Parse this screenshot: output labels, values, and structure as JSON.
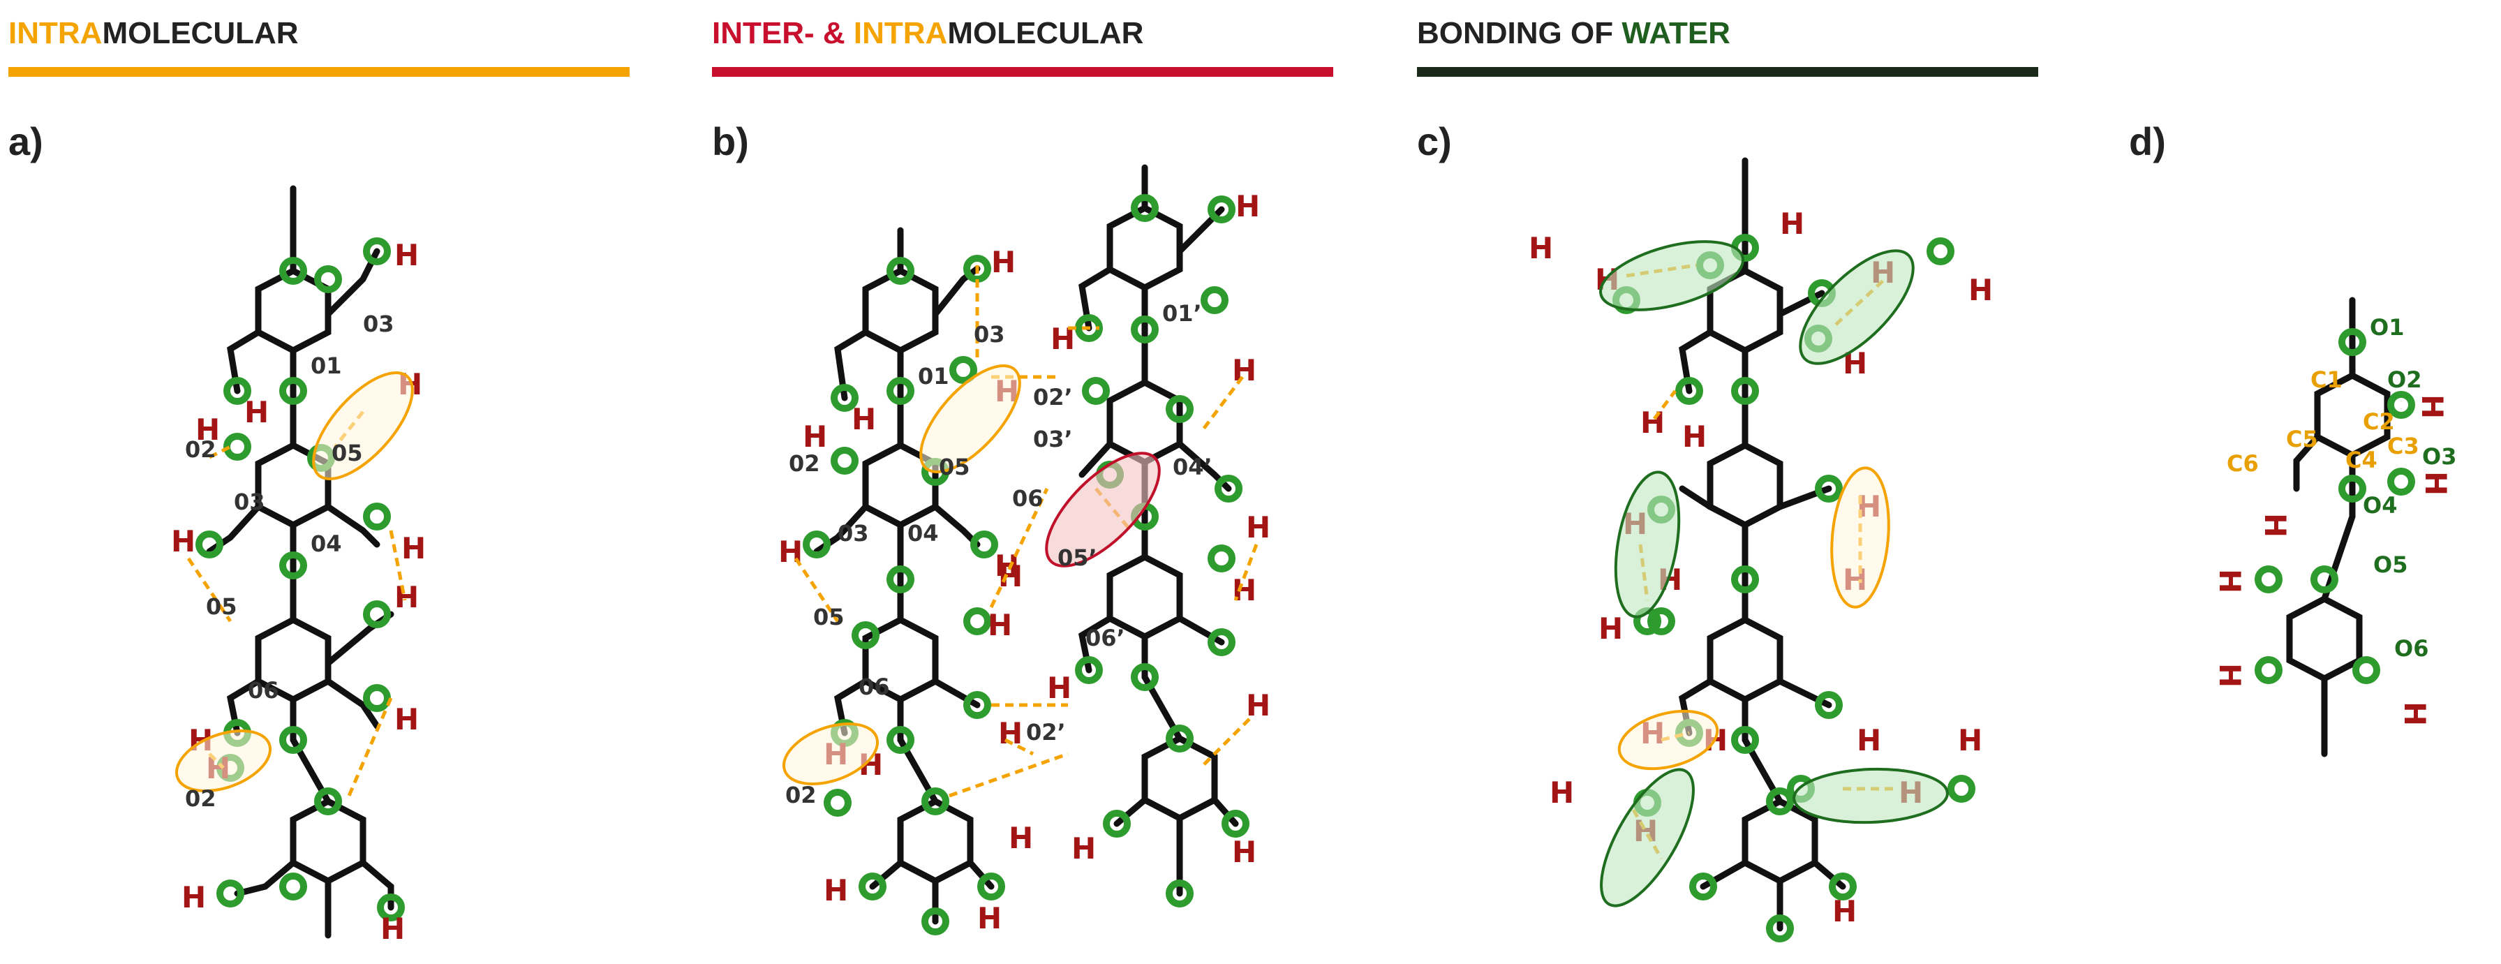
{
  "headers": {
    "a": {
      "part1": "INTRA",
      "part2": "MOLECULAR"
    },
    "b": {
      "part1": "INTER- & ",
      "part2": "INTRA",
      "part3": "MOLECULAR"
    },
    "c": {
      "part1": "BONDING OF ",
      "part2": "WATER"
    }
  },
  "panel_labels": {
    "a": "a)",
    "b": "b)",
    "c": "c)",
    "d": "d)"
  },
  "atoms": {
    "oxygen": "O",
    "hydrogen": "H"
  },
  "panel_a_labels": {
    "o3": "03",
    "o1": "01",
    "o5": "05",
    "o2": "02",
    "o3b": "03",
    "o4": "04",
    "o5b": "05",
    "o6": "06",
    "o2b": "02"
  },
  "panel_b_labels": {
    "o3": "03",
    "o1": "01",
    "o2": "02",
    "o5": "05",
    "o6": "06",
    "o3b": "03",
    "o4": "04",
    "o5b": "05",
    "o6b": "06",
    "o2b": "02",
    "o1p": "01’",
    "o2p": "02’",
    "o3p": "03’",
    "o4p": "04’",
    "o5p": "05’",
    "o6p": "06’",
    "o2pb": "02’"
  },
  "panel_d_labels": {
    "o1": "O1",
    "o2": "O2",
    "o3": "O3",
    "o4": "O4",
    "o5": "O5",
    "o6": "O6",
    "c1": "C1",
    "c2": "C2",
    "c3": "C3",
    "c4": "C4",
    "c5": "C5",
    "c6": "C6"
  },
  "colors": {
    "intra": "#f5a300",
    "inter": "#c8102e",
    "water": "#1f5e1f",
    "oxygen": "#1f8a1f",
    "hydrogen": "#a31515",
    "bond": "#111111",
    "carbon_label": "#e8a000"
  }
}
